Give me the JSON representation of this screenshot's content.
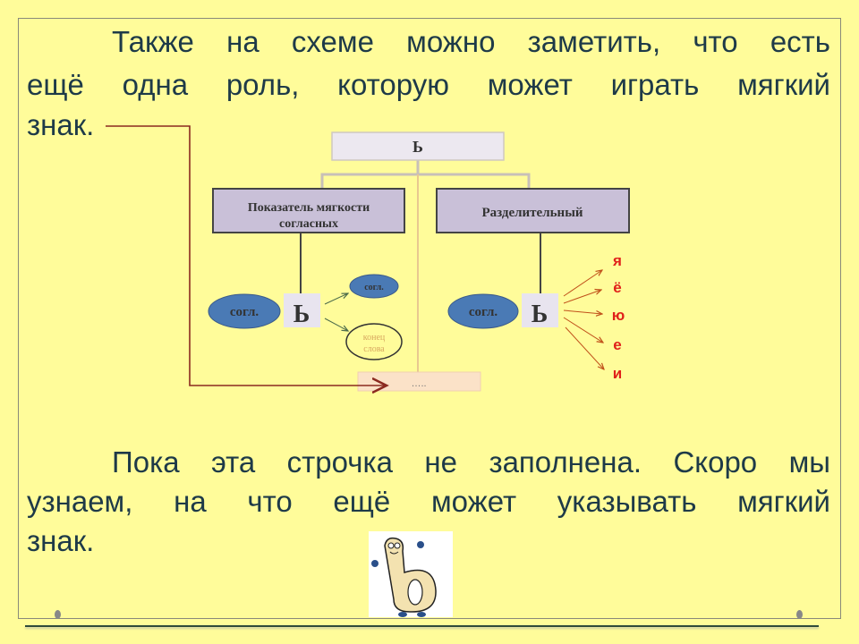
{
  "paragraph1": {
    "line1": "Также на схеме можно заметить, что есть",
    "line2": "ещё одна роль, которую может играть мягкий",
    "line3": "знак."
  },
  "diagram": {
    "root": "Ь",
    "left_branch": {
      "line1": "Показатель мягкости",
      "line2": "согласных"
    },
    "right_branch": "Разделительный",
    "left_consonant": "согл.",
    "left_sign": "Ь",
    "left_target_consonant": "согл.",
    "left_target_end": {
      "line1": "конец",
      "line2": "слова"
    },
    "right_consonant": "согл.",
    "right_sign": "Ь",
    "vowels": [
      "я",
      "ё",
      "ю",
      "е",
      "и"
    ],
    "empty_slot": "….."
  },
  "paragraph2": {
    "line1": "Пока эта строчка не заполнена. Скоро мы",
    "line2": "узнаем, на что ещё может указывать мягкий",
    "line3": "знак."
  },
  "colors": {
    "background": "#fffc9a",
    "text": "#1e3a48",
    "vowel": "#e0201a",
    "ellipse": "#4a7ab5",
    "pointer": "#8b2a20"
  }
}
